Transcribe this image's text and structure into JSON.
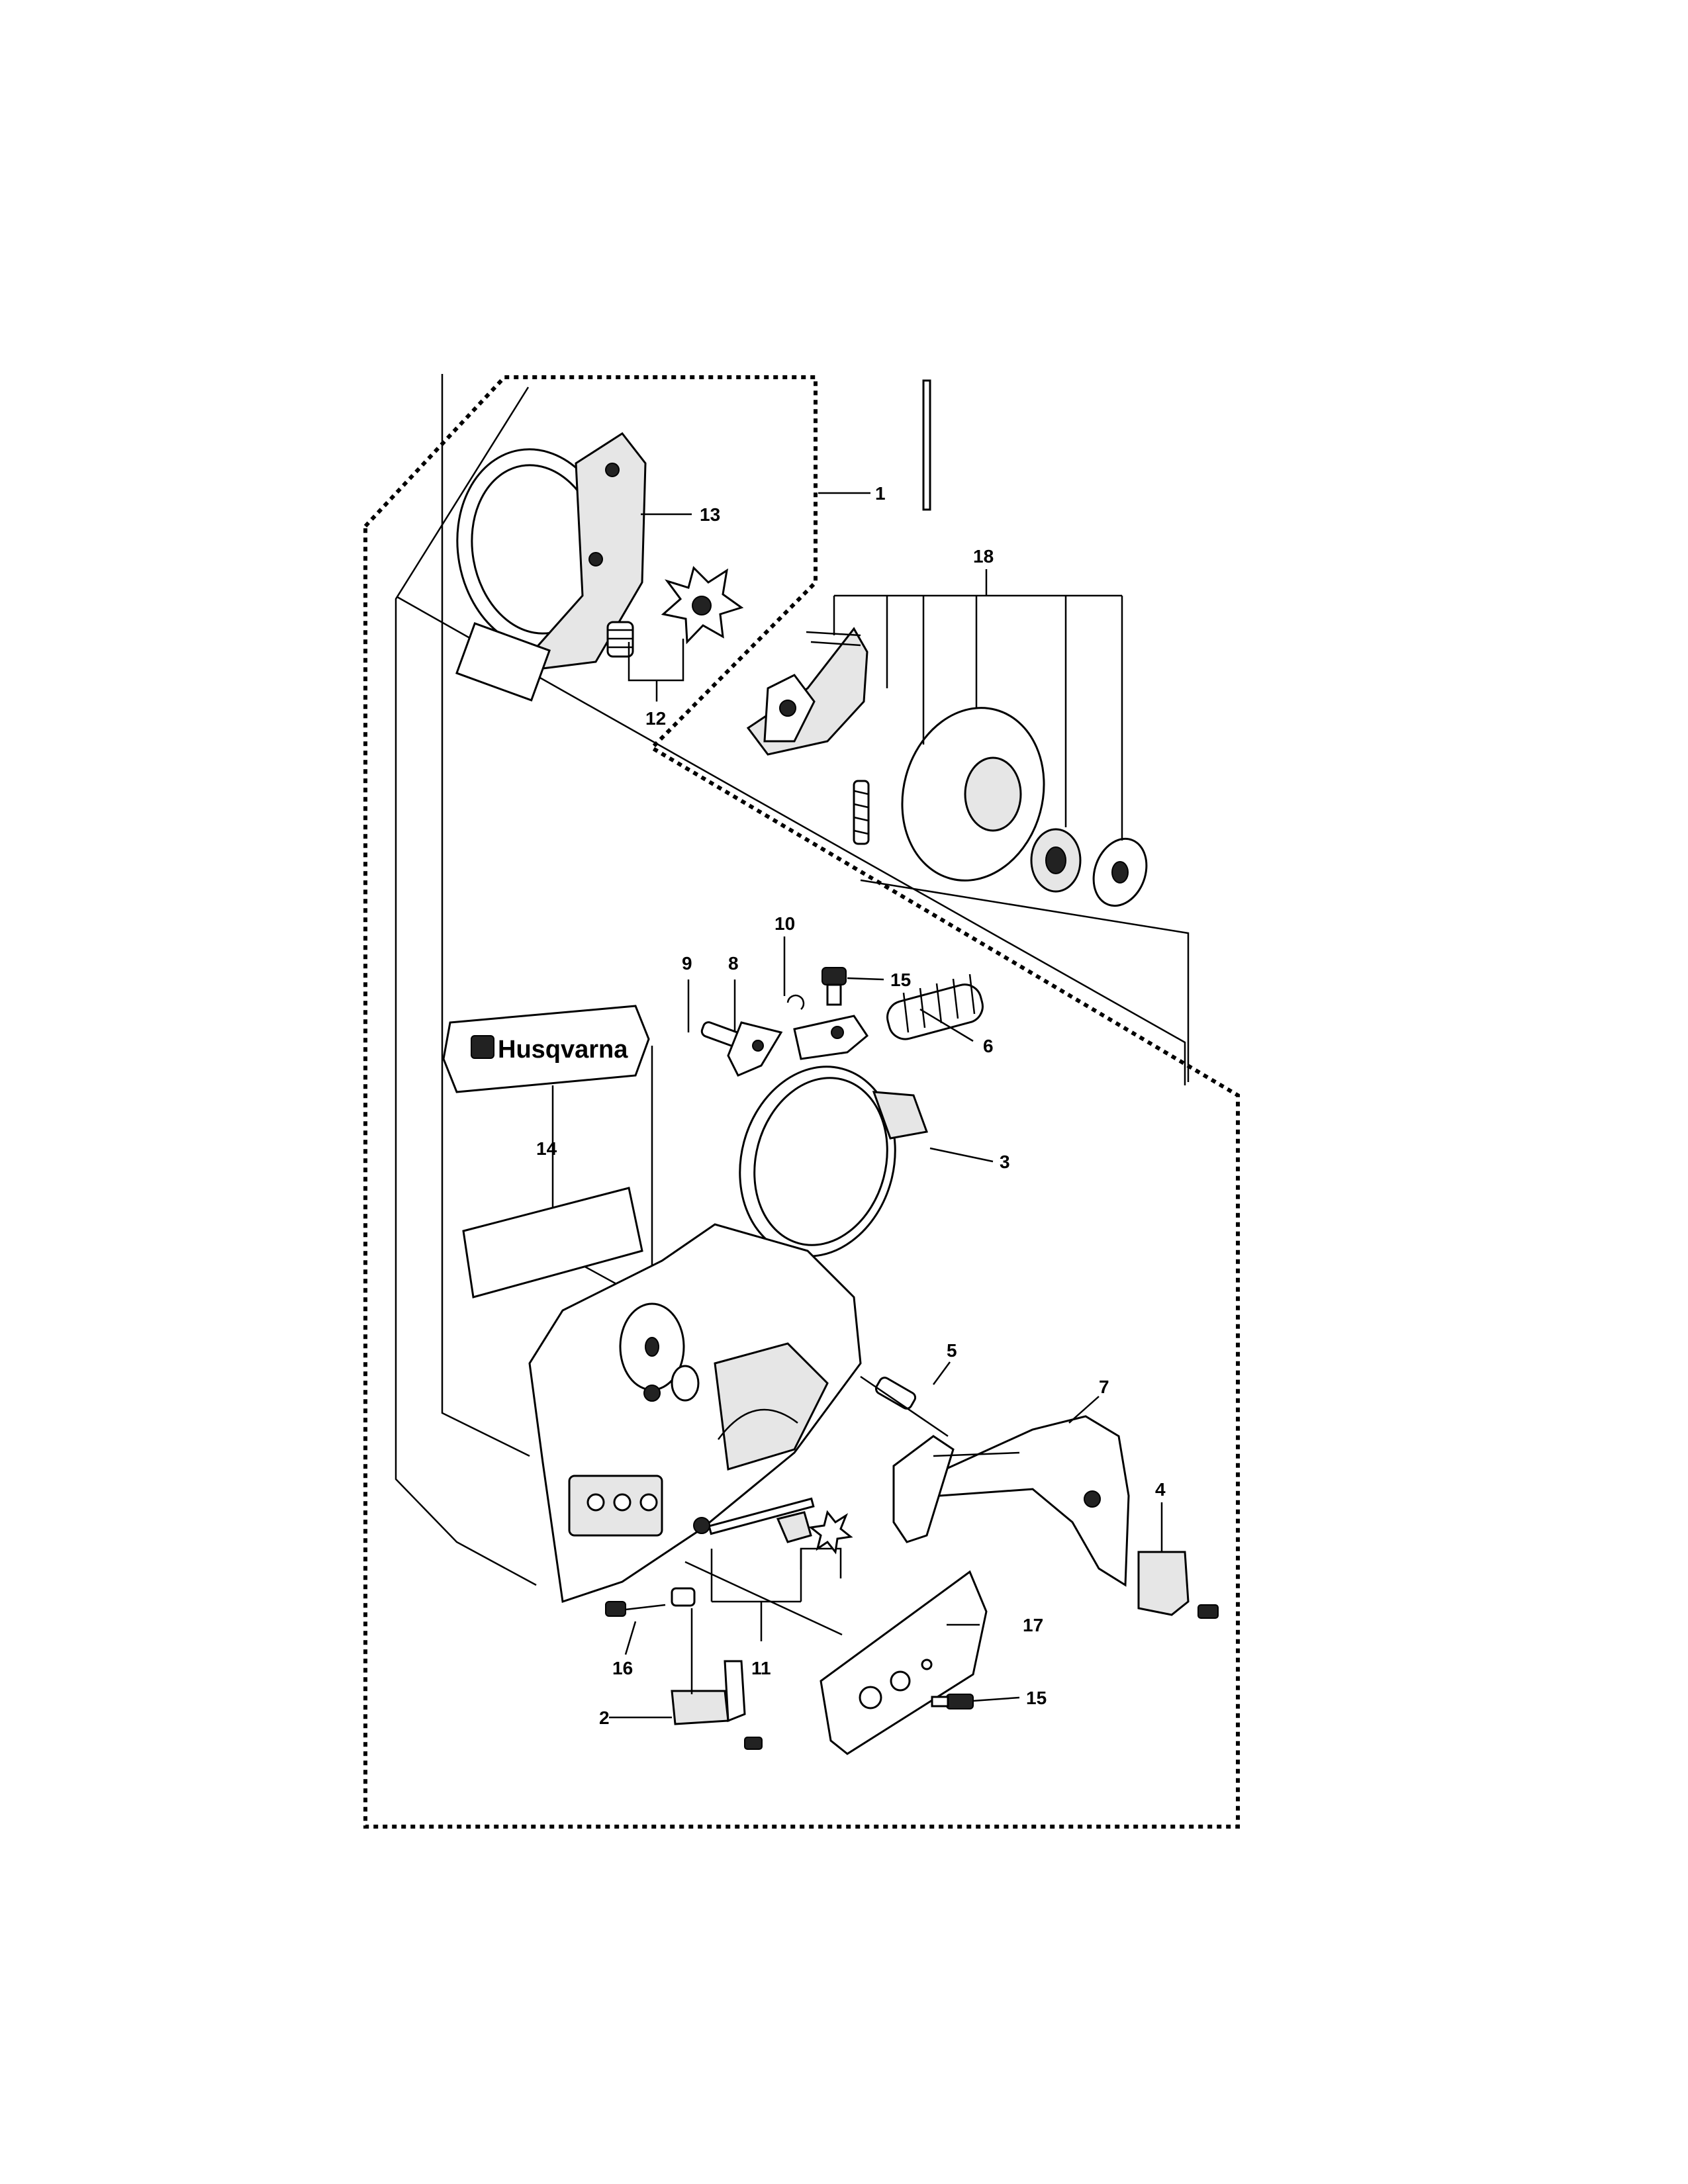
{
  "brand": {
    "logo_text": "Husqvarna"
  },
  "callouts": {
    "c1": "1",
    "c2": "2",
    "c3": "3",
    "c4": "4",
    "c5": "5",
    "c6": "6",
    "c7": "7",
    "c8": "8",
    "c9": "9",
    "c10": "10",
    "c11": "11",
    "c12": "12",
    "c13": "13",
    "c14": "14",
    "c15a": "15",
    "c15b": "15",
    "c16": "16",
    "c17": "17",
    "c18": "18"
  }
}
